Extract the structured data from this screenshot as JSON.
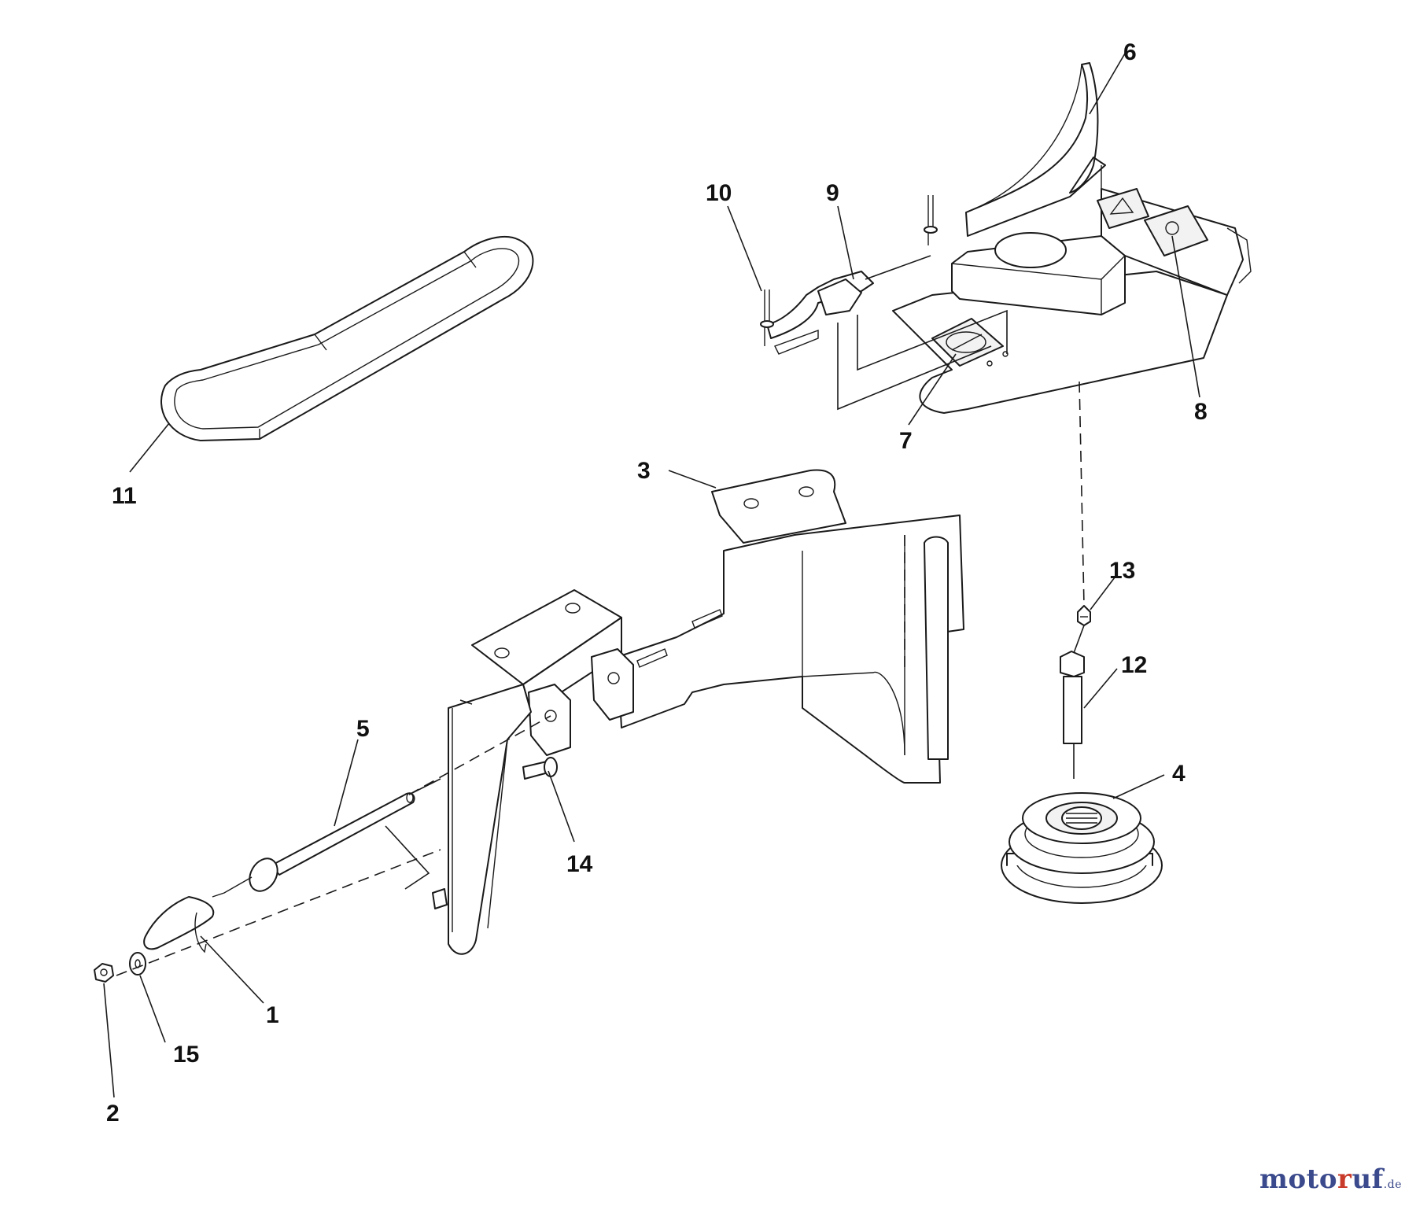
{
  "callouts": {
    "c1": "1",
    "c2": "2",
    "c3": "3",
    "c4": "4",
    "c5": "5",
    "c6": "6",
    "c7": "7",
    "c8": "8",
    "c9": "9",
    "c10": "10",
    "c11": "11",
    "c12": "12",
    "c13": "13",
    "c14": "14",
    "c15": "15"
  },
  "watermark": {
    "part1": "moto",
    "part2": "r",
    "part3": "uf",
    "tld": ".de"
  },
  "colors": {
    "line": "#1a1a1a",
    "brand_blue": "#3b4a8c",
    "brand_red": "#c83a2a"
  }
}
